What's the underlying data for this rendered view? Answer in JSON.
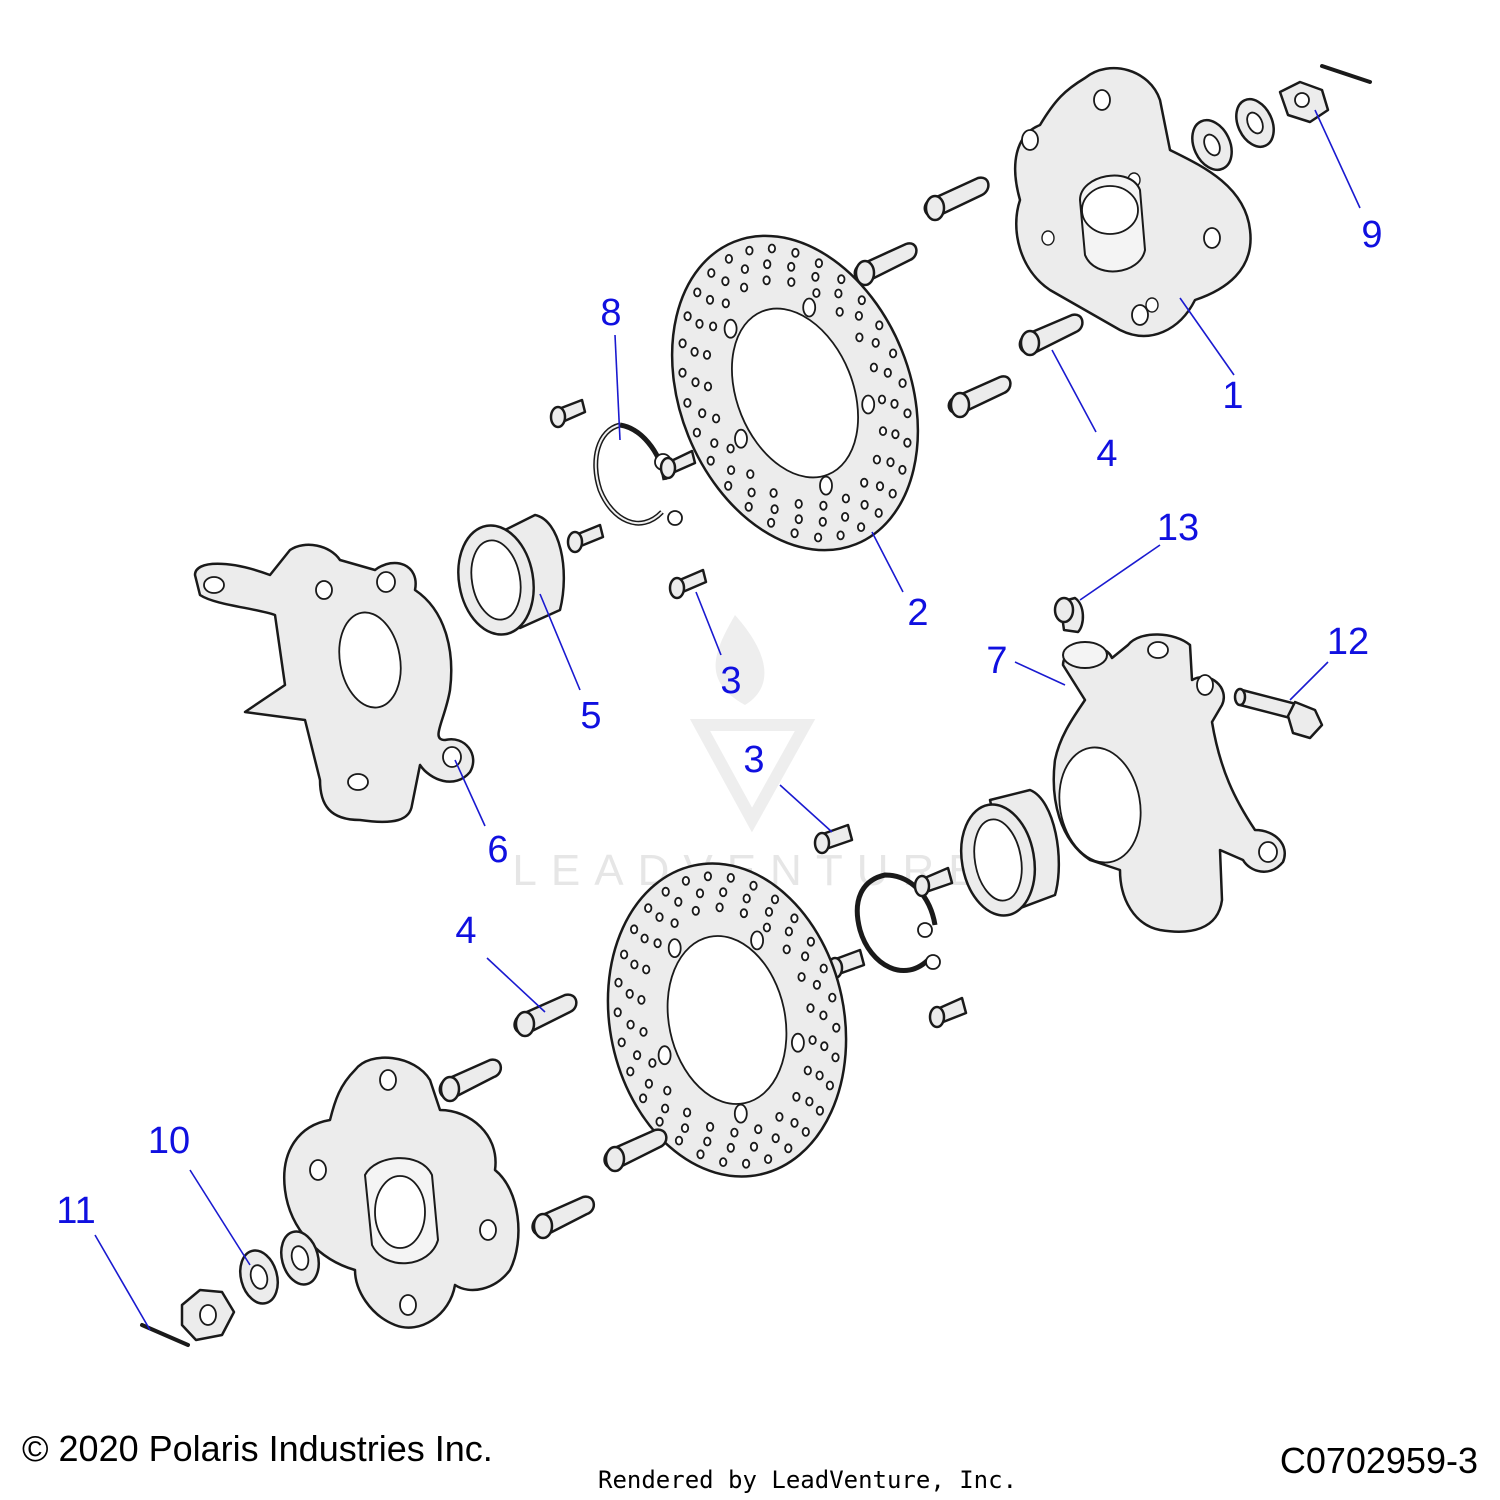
{
  "callouts": [
    {
      "id": "1",
      "label": "1"
    },
    {
      "id": "2",
      "label": "2"
    },
    {
      "id": "3a",
      "label": "3"
    },
    {
      "id": "3b",
      "label": "3"
    },
    {
      "id": "4a",
      "label": "4"
    },
    {
      "id": "4b",
      "label": "4"
    },
    {
      "id": "5",
      "label": "5"
    },
    {
      "id": "6",
      "label": "6"
    },
    {
      "id": "7",
      "label": "7"
    },
    {
      "id": "8",
      "label": "8"
    },
    {
      "id": "9",
      "label": "9"
    },
    {
      "id": "10",
      "label": "10"
    },
    {
      "id": "11",
      "label": "11"
    },
    {
      "id": "12",
      "label": "12"
    },
    {
      "id": "13",
      "label": "13"
    }
  ],
  "watermark": "LEADVENTURE",
  "footer": {
    "copyright": "© 2020 Polaris Industries Inc.",
    "rendered_by": "Rendered by LeadVenture, Inc.",
    "diagram_code": "C0702959-3"
  },
  "colors": {
    "callout": "#1010e0",
    "leader": "#1a1ad0",
    "part_fill": "#ececec",
    "outline": "#1a1a1a"
  }
}
